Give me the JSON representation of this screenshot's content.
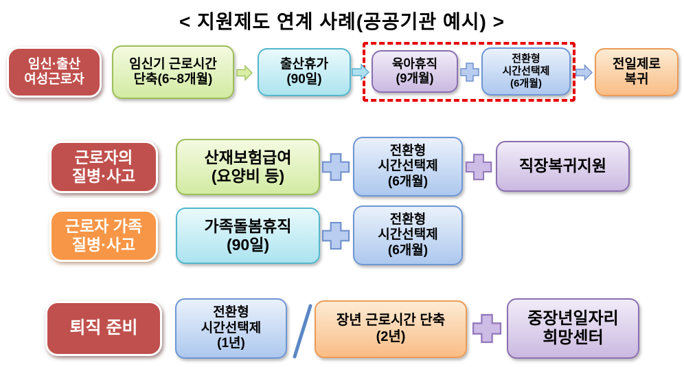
{
  "title": "< 지원제도 연계 사례(공공기관 예시) >",
  "row1": {
    "worker": "임신·출산\n여성근로자",
    "step1": "임신기 근로시간\n단축(6~8개월)",
    "step2": "출산휴가\n(90일)",
    "step3": "육아휴직\n(9개월)",
    "step4": "전환형\n시간선택제\n(6개월)",
    "step5": "전일제로\n복귀"
  },
  "row2": {
    "worker": "근로자의\n질병·사고",
    "step1": "산재보험급여\n(요양비 등)",
    "step2": "전환형\n시간선택제\n(6개월)",
    "step3": "직장복귀지원"
  },
  "row3": {
    "worker": "근로자 가족\n질병·사고",
    "step1": "가족돌봄휴직\n(90일)",
    "step2": "전환형\n시간선택제\n(6개월)"
  },
  "row4": {
    "worker": "퇴직 준비",
    "step1": "전환형\n시간선택제\n(1년)",
    "step2": "장년 근로시간 단축\n(2년)",
    "step3": "중장년일자리\n희망센터"
  },
  "icons": {
    "arrow": "arrow-right-icon",
    "plus": "plus-icon",
    "slash": "slash-separator-icon"
  },
  "colors": {
    "label_red": "#C0504D",
    "label_orange": "#F79646",
    "green_fill": "#D2EBA2",
    "green_border": "#9DBE59",
    "cyan_fill": "#ACE3EF",
    "cyan_border": "#52B6CC",
    "purple_fill": "#CBB9E1",
    "purple_border": "#8A6FB0",
    "blue_fill": "#ADC8EE",
    "blue_border": "#6D96D4",
    "peach_fill": "#F9BD85",
    "peach_border": "#EC9B57",
    "dashed_highlight": "#E80000",
    "slash_blue": "#5B87C5"
  }
}
